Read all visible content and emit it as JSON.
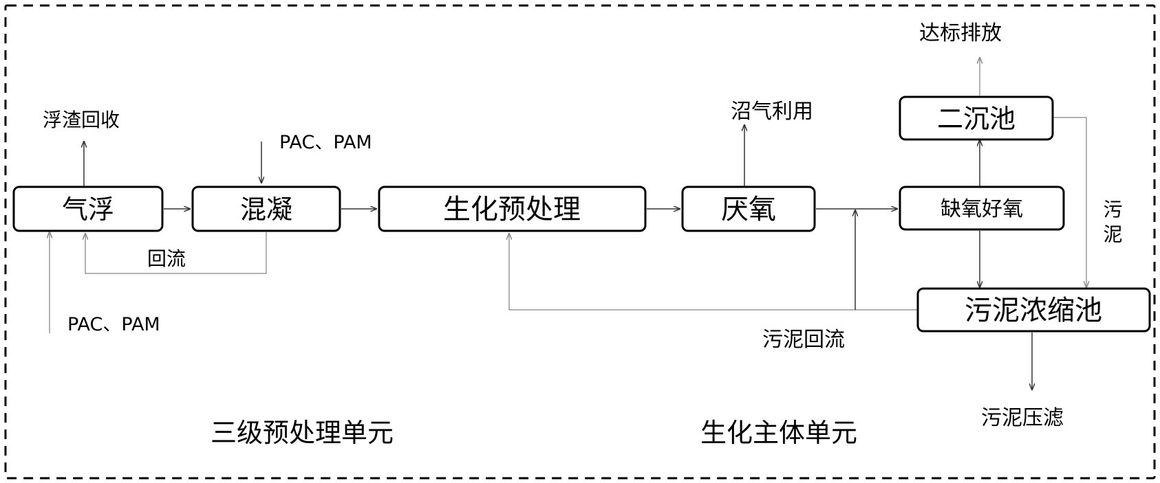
{
  "boxes": {
    "flotation": "气浮",
    "coagulation": "混凝",
    "biochem_pretreatment": "生化预处理",
    "anaerobic": "厌氧",
    "anoxic_aerobic": "缺氧好氧",
    "secondary_clarifier": "二沉池",
    "sludge_thickener": "污泥浓缩池"
  },
  "labels": {
    "scum_recovery": "浮渣回收",
    "chemicals_top": "PAC、PAM",
    "chemicals_bottom": "PAC、PAM",
    "reflux": "回流",
    "biogas_use": "沼气利用",
    "discharge": "达标排放",
    "sludge_vertical": "污泥",
    "sludge_return": "污泥回流",
    "sludge_press": "污泥压滤",
    "unit_pretreatment": "三级预处理单元",
    "unit_biochem": "生化主体单元"
  }
}
